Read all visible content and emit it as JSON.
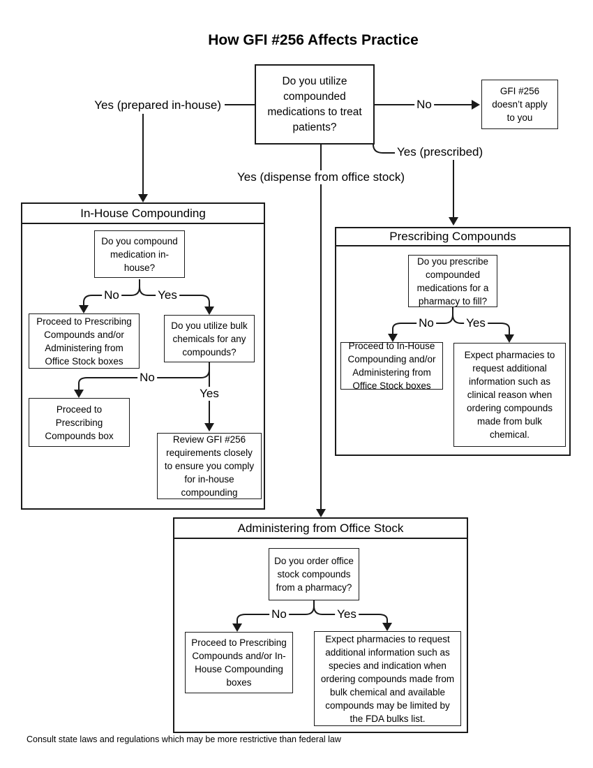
{
  "title": "How GFI #256 Affects Practice",
  "footer": "Consult state laws and regulations which may be more restrictive than federal law",
  "root_question": "Do you utilize\ncompounded\nmedications to treat\npatients?",
  "no_apply_box": "GFI #256\ndoesn’t apply\nto you",
  "edge_labels": {
    "prepared_in_house": "Yes (prepared in-house)",
    "no_top": "No",
    "prescribed": "Yes (prescribed)",
    "dispense": "Yes (dispense from office stock)"
  },
  "sections": {
    "in_house": {
      "title": "In-House Compounding",
      "question": "Do you compound\nmedication in-\nhouse?",
      "no_label": "No",
      "yes_label": "Yes",
      "no_result": "Proceed to Prescribing\nCompounds and/or\nAdministering from\nOffice Stock boxes",
      "bulk_question": "Do you utilize bulk\nchemicals for any\ncompounds?",
      "bulk_no_label": "No",
      "bulk_yes_label": "Yes",
      "bulk_no_result": "Proceed to\nPrescribing\nCompounds box",
      "bulk_yes_result": "Review GFI #256\nrequirements closely\nto ensure you comply\nfor in-house\ncompounding"
    },
    "prescribing": {
      "title": "Prescribing Compounds",
      "question": "Do you prescribe\ncompounded\nmedications for a\npharmacy to fill?",
      "no_label": "No",
      "yes_label": "Yes",
      "no_result": "Proceed to In-House\nCompounding and/or\nAdministering from\nOffice Stock boxes",
      "yes_result": "Expect pharmacies to\nrequest additional\ninformation such as\nclinical reason when\nordering compounds\nmade from bulk\nchemical."
    },
    "administering": {
      "title": "Administering from Office Stock",
      "question": "Do you order office\nstock compounds\nfrom a pharmacy?",
      "no_label": "No",
      "yes_label": "Yes",
      "no_result": "Proceed to Prescribing\nCompounds and/or In-\nHouse Compounding\nboxes",
      "yes_result": "Expect pharmacies to request\nadditional information such as\nspecies and indication when\nordering compounds made from\nbulk chemical and available\ncompounds may be limited by\nthe FDA bulks list."
    }
  },
  "colors": {
    "line": "#1a1a1a",
    "text": "#000000",
    "background": "#ffffff"
  }
}
